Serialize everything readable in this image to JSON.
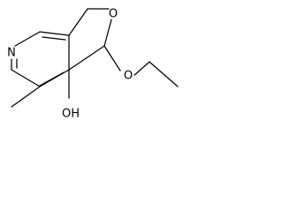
{
  "molecule": {
    "atoms": {
      "ring_nitrogen": "N",
      "furan_oxygen": "O",
      "ether_oxygen": "O",
      "hydroxyl": "OH"
    }
  }
}
